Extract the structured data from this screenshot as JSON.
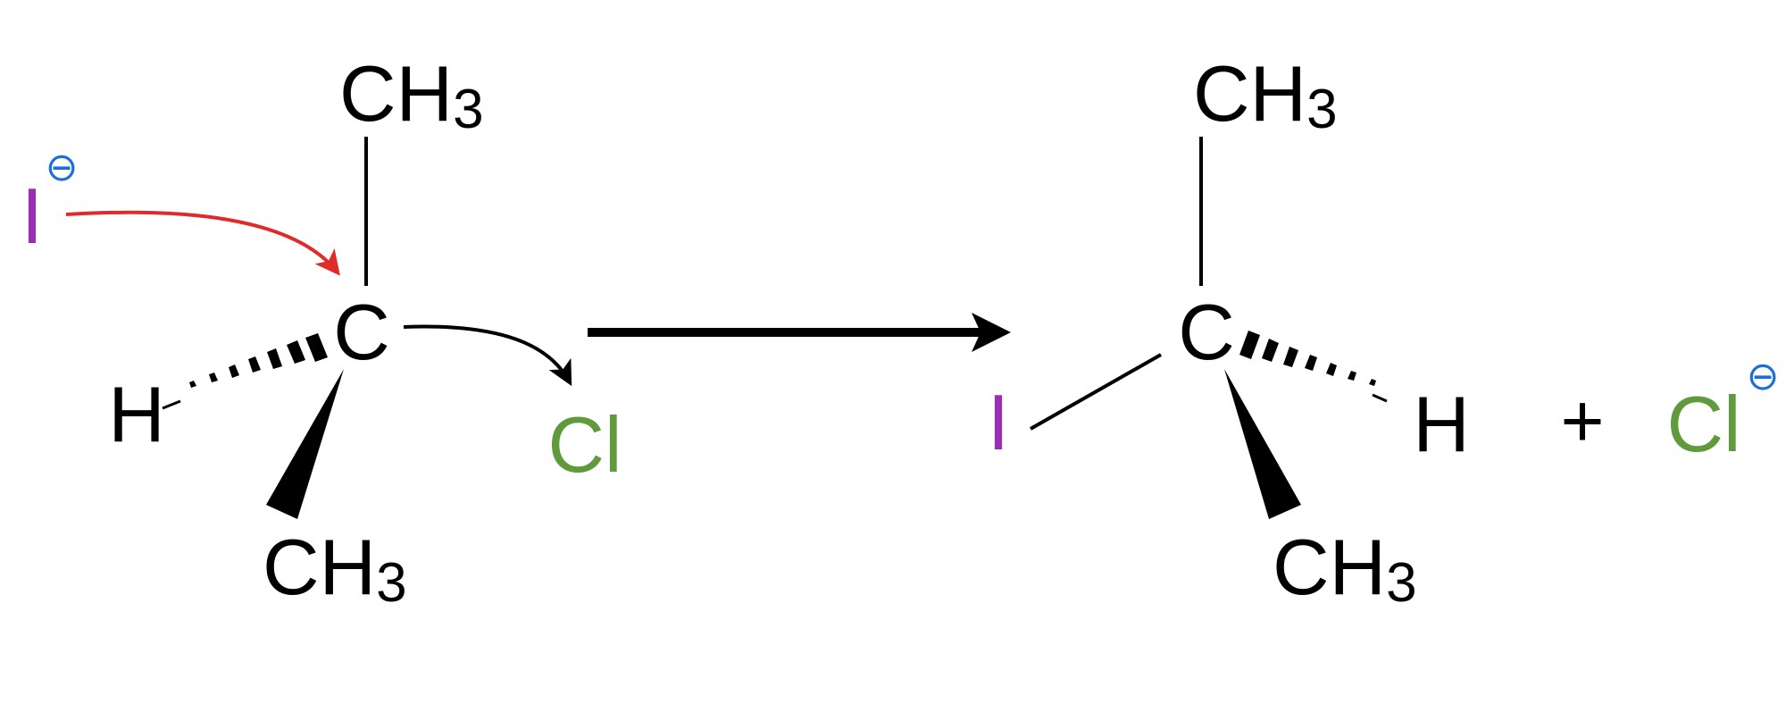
{
  "reactant": {
    "nucleophile": {
      "symbol": "I",
      "charge": "⊖"
    },
    "center": "C",
    "top_group": {
      "main": "CH",
      "sub": "3"
    },
    "bottom_group": {
      "main": "CH",
      "sub": "3"
    },
    "hydrogen": "H",
    "leaving_group": "Cl"
  },
  "product": {
    "center": "C",
    "top_group": {
      "main": "CH",
      "sub": "3"
    },
    "bottom_group": {
      "main": "CH",
      "sub": "3"
    },
    "hydrogen": "H",
    "iodine": "I",
    "plus": "+",
    "chloride": {
      "symbol": "Cl",
      "charge": "⊖"
    }
  },
  "colors": {
    "iodine": "#9a2fb3",
    "chlorine": "#5f9a3c",
    "charge": "#1c6fd6",
    "attack_arrow": "#e02b2b",
    "ink": "#000000"
  }
}
